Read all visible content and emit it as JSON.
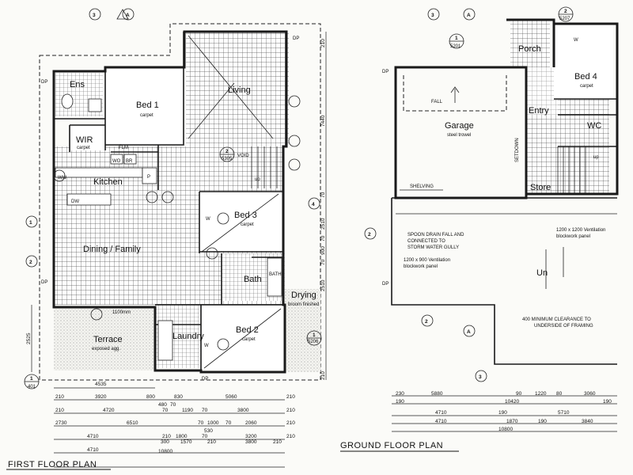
{
  "first_floor": {
    "title": "FIRST FLOOR PLAN",
    "rooms": {
      "ens": "Ens",
      "bed1": "Bed 1",
      "bed1_floor": "carpet",
      "living": "Living",
      "wir": "WIR",
      "wir_floor": "carpet",
      "flm": "FLM",
      "wo": "WO",
      "br": "BR",
      "kitchen": "Kitchen",
      "p": "P",
      "dw": "DW",
      "dining": "Dining / Family",
      "void": "VOID",
      "up": "up",
      "bed3": "Bed 3",
      "bed3_floor": "carpet",
      "bath": "Bath",
      "bath_short": "BATH",
      "drying": "Drying",
      "drying_floor": "broom finished",
      "terrace": "Terrace",
      "terrace_floor": "exposed agg.",
      "laundry": "Laundry",
      "bed2": "Bed 2",
      "bed2_floor": "carpet",
      "w": "W",
      "ww": "WW",
      "dp": "DP",
      "pantry_dim": "1100mm"
    },
    "section_tags": {
      "top_3": "3",
      "top_a": "A",
      "void_ref": "5305",
      "bed2_ref": "5206",
      "left_1": "1",
      "left_2": "2",
      "right_4": "4",
      "bottom_1": "1",
      "bottom_ref": "401"
    },
    "side_dims": {
      "top": "210",
      "mid": "7440",
      "right_70a": "70",
      "right_2510": "2510",
      "right_70b": "70",
      "right_900": "900",
      "right_70c": "70",
      "right_2510b": "2510",
      "right_210": "210",
      "left_2525": "2525"
    },
    "dim_strings": {
      "row0": [
        "4535"
      ],
      "row1": [
        "210",
        "3920",
        "800",
        "830",
        "5060",
        "210"
      ],
      "row1b": [
        "480",
        "70"
      ],
      "row2": [
        "210",
        "4720",
        "70",
        "1190",
        "70",
        "3800",
        "210"
      ],
      "row3": [
        "2730",
        "6510",
        "70",
        "1000",
        "70",
        "2060",
        "210"
      ],
      "row3b": [
        "530"
      ],
      "row4": [
        "4710",
        "210",
        "1800",
        "70",
        "3200",
        "210"
      ],
      "row5": [
        "4710",
        "300",
        "1570",
        "210",
        "3800",
        "210"
      ],
      "total": "10800"
    }
  },
  "ground_floor": {
    "title": "GROUND FLOOR PLAN",
    "rooms": {
      "porch": "Porch",
      "bed4": "Bed 4",
      "bed4_floor": "carpet",
      "garage": "Garage",
      "garage_floor": "steel trowel",
      "fall": "FALL",
      "entry": "Entry",
      "wc": "WC",
      "setdown": "SETDOWN",
      "up": "up",
      "store": "Store",
      "shelving": "SHELVING",
      "w": "W",
      "dp": "DP",
      "un": "Un"
    },
    "notes": {
      "drain": [
        "SPOON DRAIN FALL AND",
        "CONNECTED TO",
        "STORM WATER GULLY"
      ],
      "vent1": [
        "1200 x 1200 Ventilation",
        "blockwork panel"
      ],
      "vent2": [
        "1200 x 900 Ventilation",
        "blockwork panel"
      ],
      "clearance": [
        "400 MINIMUM CLEARANCE TO",
        "UNDERSIDE OF FRAMING"
      ]
    },
    "section_tags": {
      "top_3": "3",
      "top_a": "A",
      "ref1": "5201",
      "ref2": "5207",
      "left_1": "1",
      "left_2": "2",
      "bottom_2": "2",
      "bottom_a": "A",
      "bottom_3": "3",
      "dp_1": "DP"
    },
    "dim_strings": {
      "row1": [
        "230",
        "5880",
        "90",
        "1220",
        "80",
        "3060"
      ],
      "row2": [
        "190",
        "10420",
        "190"
      ],
      "row3": [
        "4710",
        "190",
        "5710"
      ],
      "row4": [
        "4710",
        "1870",
        "190",
        "3840"
      ],
      "total": "10800"
    }
  }
}
